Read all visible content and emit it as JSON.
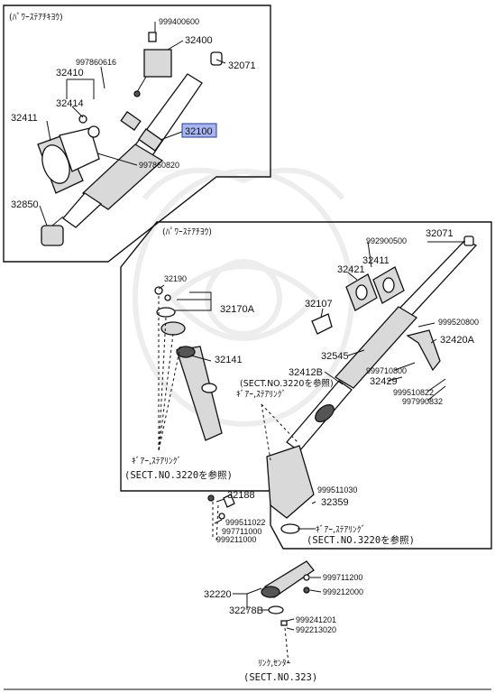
{
  "box_upper": {
    "heading": "(ﾊﾟﾜｰｽﾃｱﾁｷﾖｳ)"
  },
  "box_lower": {
    "heading": "(ﾊﾟﾜｰｽﾃｱﾁﾖｳ)"
  },
  "parts": {
    "p999400600": "999400600",
    "p32400": "32400",
    "p32071_a": "32071",
    "p997860616": "997860616",
    "p32410": "32410",
    "p32414": "32414",
    "p32411": "32411",
    "p32100": "32100",
    "p997860820": "997860820",
    "p32850": "32850",
    "p32071_b": "32071",
    "p992900500": "992900500",
    "p32421": "32421",
    "p32107": "32107",
    "p999520800": "999520800",
    "p32420A": "32420A",
    "p32545": "32545",
    "p32412B": "32412B",
    "p999710800": "999710800",
    "p32429": "32429",
    "p999510822": "999510822",
    "p997990832": "997990832",
    "p32190": "32190",
    "p32170A": "32170A",
    "p32141": "32141",
    "p32188": "32188",
    "p999511022": "999511022",
    "p997711000": "997711000",
    "p999211000": "999211000",
    "p999511030": "999511030",
    "p32359": "32359",
    "p32220": "32220",
    "p999711200": "999711200",
    "p999212000": "999212000",
    "p32278B": "32278B",
    "p999241201": "999241201",
    "p992213020": "992213020"
  },
  "refs": {
    "sect3220_note_a": "(SECT.NO.3220を参照)",
    "gear_steering_a": "ｷﾞｱｰ,ｽﾃｱﾘﾝｸﾞ",
    "gear_steering_b": "ｷﾞｱｰ,ｽﾃｱﾘﾝｸﾞ",
    "sect3220_ref_b": "(SECT.NO.3220を参照)",
    "gear_steering_c": "ｷﾞｱｰ,ｽﾃｱﾘﾝｸﾞ",
    "sect3220_ref_c": "(SECT.NO.3220を参照)",
    "link_center": "ﾘﾝｸ,ｾﾝﾀｰ",
    "sect323": "(SECT.NO.323)"
  },
  "colors": {
    "highlight": "#a7b6f2",
    "ink": "#111111"
  }
}
